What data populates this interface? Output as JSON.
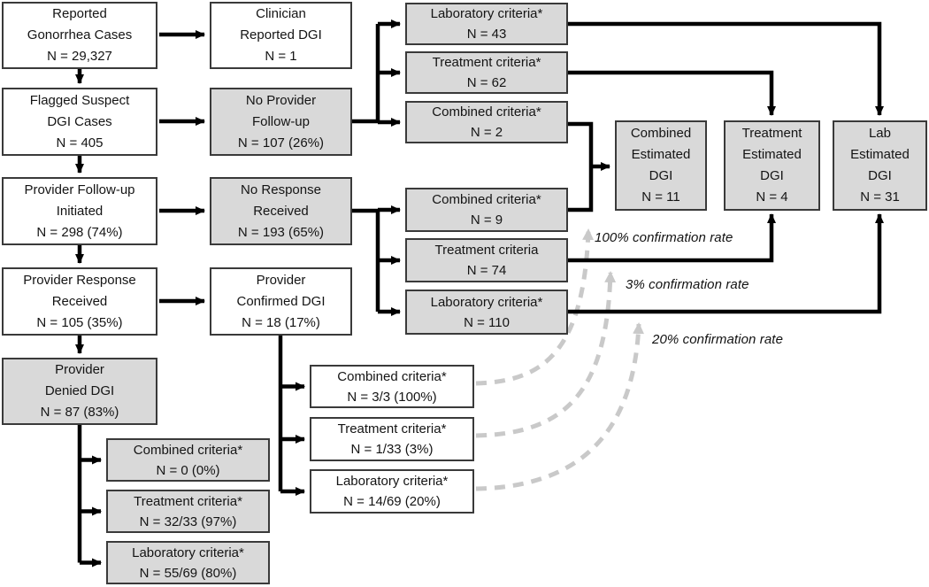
{
  "diagram": {
    "title_hint": "DGI case classification flowchart",
    "boxes": {
      "reported": {
        "title": "Reported\nGonorrhea Cases",
        "n": "N = 29,327"
      },
      "clinician": {
        "title": "Clinician\nReported DGI",
        "n": "N = 1"
      },
      "flagged": {
        "title": "Flagged Suspect\nDGI Cases",
        "n": "N = 405"
      },
      "no_followup": {
        "title": "No Provider\nFollow-up",
        "n": "N = 107 (26%)"
      },
      "followup_initiated": {
        "title": "Provider Follow-up\nInitiated",
        "n": "N = 298 (74%)"
      },
      "no_response": {
        "title": "No Response\nReceived",
        "n": "N = 193 (65%)"
      },
      "response_received": {
        "title": "Provider Response\nReceived",
        "n": "N = 105 (35%)"
      },
      "confirmed": {
        "title": "Provider\nConfirmed DGI",
        "n": "N = 18 (17%)"
      },
      "denied": {
        "title": "Provider\nDenied DGI",
        "n": "N = 87 (83%)"
      },
      "denied_combined": {
        "title": "Combined criteria*",
        "n": "N = 0 (0%)"
      },
      "denied_treatment": {
        "title": "Treatment criteria*",
        "n": "N = 32/33 (97%)"
      },
      "denied_laboratory": {
        "title": "Laboratory criteria*",
        "n": "N = 55/69 (80%)"
      },
      "confirmed_combined": {
        "title": "Combined criteria*",
        "n": "N = 3/3 (100%)"
      },
      "confirmed_treatment": {
        "title": "Treatment criteria*",
        "n": "N = 1/33 (3%)"
      },
      "confirmed_laboratory": {
        "title": "Laboratory criteria*",
        "n": "N = 14/69 (20%)"
      },
      "nf_laboratory": {
        "title": "Laboratory criteria*",
        "n": "N = 43"
      },
      "nf_treatment": {
        "title": "Treatment criteria*",
        "n": "N = 62"
      },
      "nf_combined": {
        "title": "Combined criteria*",
        "n": "N = 2"
      },
      "nr_combined": {
        "title": "Combined criteria*",
        "n": "N = 9"
      },
      "nr_treatment": {
        "title": "Treatment criteria",
        "n": "N = 74"
      },
      "nr_laboratory": {
        "title": "Laboratory criteria*",
        "n": "N = 110"
      },
      "est_combined": {
        "title": "Combined\nEstimated\nDGI",
        "n": "N = 11"
      },
      "est_treatment": {
        "title": "Treatment\nEstimated\nDGI",
        "n": "N = 4"
      },
      "est_lab": {
        "title": "Lab\nEstimated\nDGI",
        "n": "N = 31"
      }
    },
    "annotations": {
      "rate_100": "100% confirmation rate",
      "rate_3": "3% confirmation rate",
      "rate_20": "20% confirmation rate"
    },
    "colors": {
      "box_fill_gray": "#d9d9d9",
      "box_fill_white": "#ffffff",
      "box_border": "#3a3a3a",
      "arrow": "#000000",
      "dashed_arrow": "#c9c9c9",
      "text": "#141414"
    }
  }
}
